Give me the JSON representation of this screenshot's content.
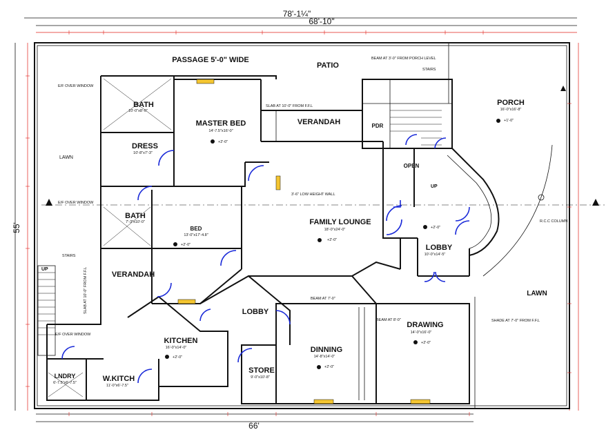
{
  "overall": {
    "top_width": "78'-1¼\"",
    "top_width2": "68'-10\"",
    "bottom_width": "66'",
    "left_height": "55'"
  },
  "rooms": {
    "passage": "PASSAGE 5'-0\" WIDE",
    "patio": "PATIO",
    "bath1": "BATH",
    "bath1_size": "10'-0\"x8'-0\"",
    "master_bed": "MASTER BED",
    "master_bed_size": "14'-7.5\"x16'-0\"",
    "verandah1": "VERANDAH",
    "dress": "DRESS",
    "dress_size": "10'-8\"x7'-3\"",
    "lawn_left": "LAWN",
    "porch": "PORCH",
    "porch_size": "16'-0\"x16'-8\"",
    "pdr": "PDR",
    "open": "OPEN",
    "bath2": "BATH",
    "bath2_size": "7'-3\"x10'-0\"",
    "bed": "BED",
    "bed_size": "13'-0\"x17'-4.8\"",
    "family_lounge": "FAMILY LOUNGE",
    "family_lounge_size": "18'-0\"x24'-0\"",
    "lobby1": "LOBBY",
    "lobby1_size": "10'-0\"x14'-5\"",
    "verandah2": "VERANDAH",
    "lawn_right": "LAWN",
    "lobby2": "LOBBY",
    "kitchen": "KITCHEN",
    "kitchen_size": "16'-0\"x14'-0\"",
    "drawing": "DRAWING",
    "drawing_size": "14'-0\"x16'-0\"",
    "dinning": "DINNING",
    "dinning_size": "14'-8\"x14'-0\"",
    "store": "STORE",
    "store_size": "9'-0\"x10'-8\"",
    "wkitch": "W.KITCH",
    "wkitch_size": "11'-0\"x6'-7.5\"",
    "lndry": "LNDRY",
    "lndry_size": "6'-7.5\"x6'-7.5\""
  },
  "notes": {
    "slab_top": "SLAB AT 10'-0\" FROM F.F.L",
    "beam_porch": "BEAM AT 3'-0\" FROM PORCH LEVEL",
    "stairs_top": "STAIRS",
    "low_wall": "3'-6\" LOW HEIGHT WALL",
    "rcc": "R.C.C COLUMN",
    "shade": "SHADE AT 7'-0\" FROM F.F.L",
    "beam_drawing": "BEAM AT 8'-0\"",
    "beam_lobby": "BEAM AT 7'-0\"",
    "stairs_left": "STAIRS",
    "ef1": "E/F OVER WINDOW",
    "ef2": "E/F OVER WINDOW",
    "ef3": "E/F OVER WINDOW",
    "slab_left": "SLAB AT 10'-0\" FROM F.F.L",
    "up_left": "UP",
    "up_center": "UP",
    "level": "+2'-0\"",
    "porch_level": "+1'-0\""
  }
}
